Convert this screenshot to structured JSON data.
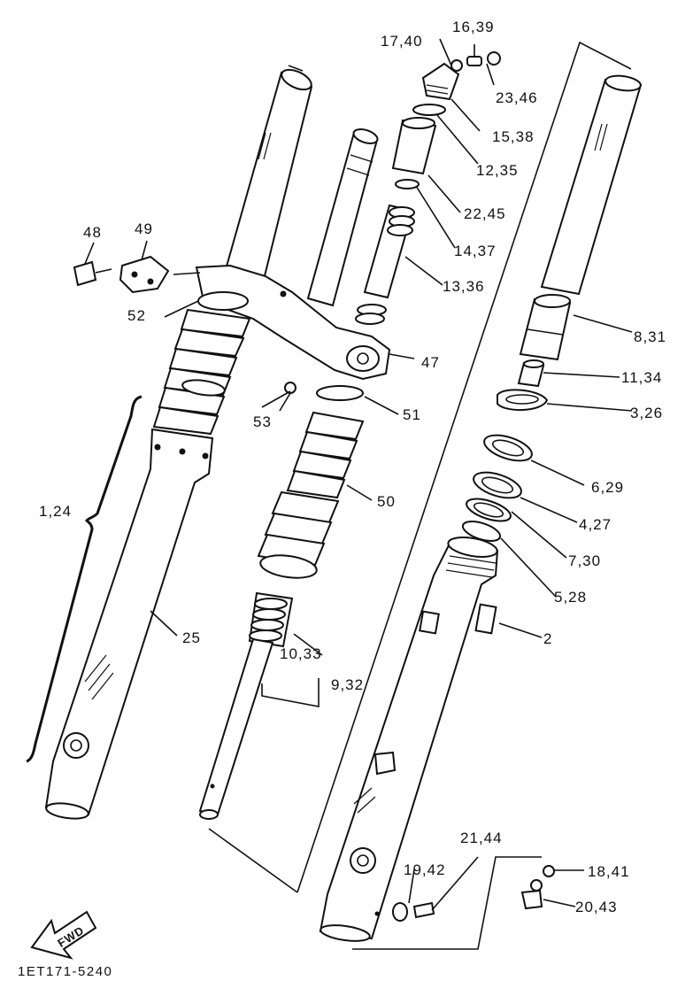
{
  "labels": {
    "l_17_40": "17,40",
    "l_16_39": "16,39",
    "l_23_46": "23,46",
    "l_15_38": "15,38",
    "l_12_35": "12,35",
    "l_22_45": "22,45",
    "l_14_37": "14,37",
    "l_13_36": "13,36",
    "l_48": "48",
    "l_49": "49",
    "l_52": "52",
    "l_47": "47",
    "l_8_31": "8,31",
    "l_11_34": "11,34",
    "l_3_26": "3,26",
    "l_53": "53",
    "l_51": "51",
    "l_1_24": "1,24",
    "l_50": "50",
    "l_6_29": "6,29",
    "l_4_27": "4,27",
    "l_7_30": "7,30",
    "l_5_28": "5,28",
    "l_25": "25",
    "l_2": "2",
    "l_10_33": "10,33",
    "l_9_32": "9,32",
    "l_21_44": "21,44",
    "l_18_41": "18,41",
    "l_19_42": "19,42",
    "l_20_43": "20,43"
  },
  "fwd_label": "FWD",
  "diagram_code": "1ET171-5240"
}
